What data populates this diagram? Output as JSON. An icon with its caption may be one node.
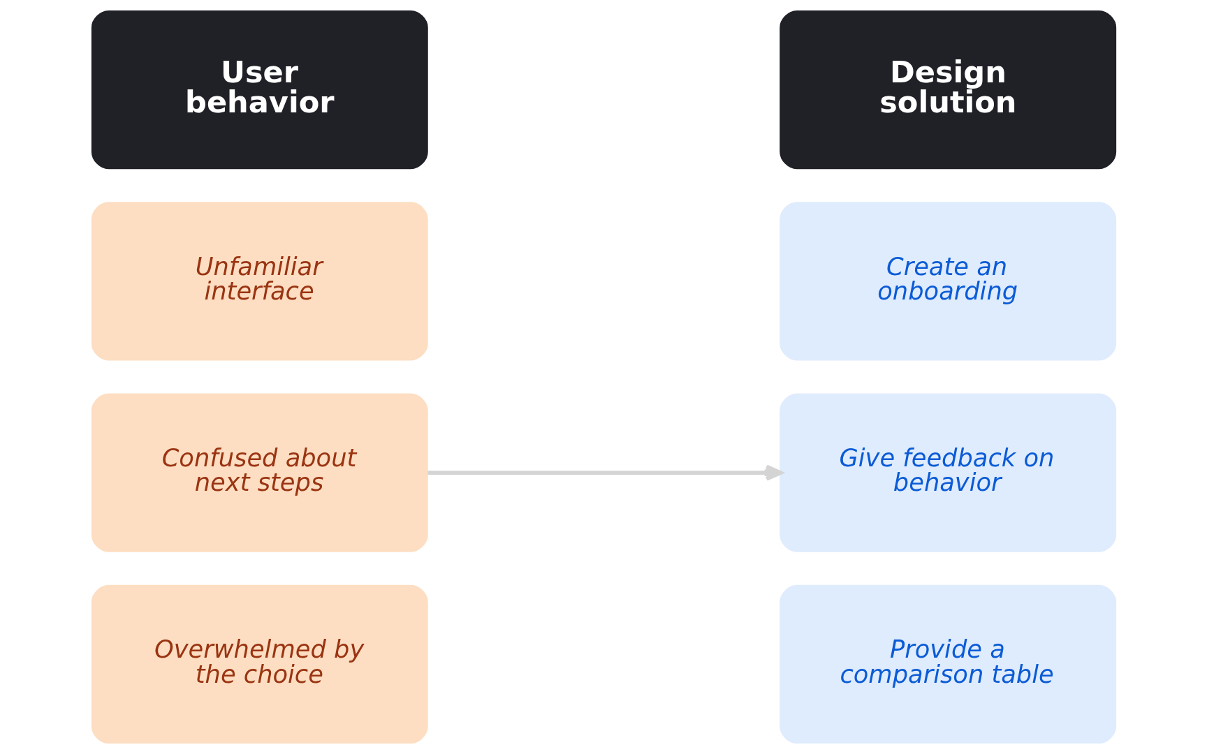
{
  "diagram": {
    "nodes": [
      {
        "text": [
          "User behavior"
        ]
      },
      {
        "text": [
          "Design solution"
        ]
      },
      {
        "text": [
          "Unfamiliar interface"
        ]
      },
      {
        "text": [
          "Confused about next steps"
        ]
      },
      {
        "text": [
          "Overwhelmed by the choice"
        ]
      },
      {
        "text": [
          "Create an onboarding"
        ]
      },
      {
        "text": [
          "Give feedback on behavior"
        ]
      },
      {
        "text": [
          "Provide a comparison table"
        ]
      }
    ],
    "edges": [
      {
        "from": 3,
        "to": 6,
        "arrow": "to",
        "color": "#d4d4d4"
      }
    ]
  }
}
